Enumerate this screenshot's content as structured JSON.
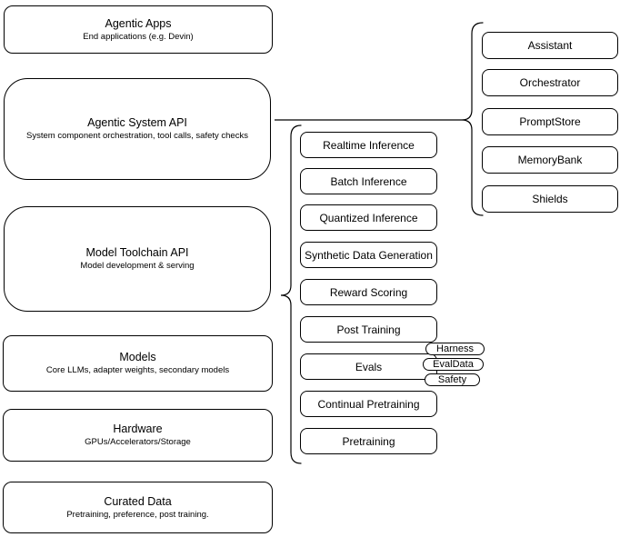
{
  "canvas": {
    "background_color": "#ffffff",
    "stroke_color": "#000000"
  },
  "layers": [
    {
      "title": "Agentic Apps",
      "subtitle": "End applications (e.g. Devin)"
    },
    {
      "title": "Agentic System API",
      "subtitle": "System component orchestration, tool calls, safety checks"
    },
    {
      "title": "Model Toolchain API",
      "subtitle": "Model development & serving"
    },
    {
      "title": "Models",
      "subtitle": "Core LLMs, adapter weights, secondary models"
    },
    {
      "title": "Hardware",
      "subtitle": "GPUs/Accelerators/Storage"
    },
    {
      "title": "Curated Data",
      "subtitle": "Pretraining, preference, post training."
    }
  ],
  "toolchain": {
    "items": [
      "Realtime Inference",
      "Batch Inference",
      "Quantized Inference",
      "Synthetic Data Generation",
      "Reward Scoring",
      "Post Training",
      "Evals",
      "Continual Pretraining",
      "Pretraining"
    ]
  },
  "system_components": {
    "items": [
      "Assistant",
      "Orchestrator",
      "PromptStore",
      "MemoryBank",
      "Shields"
    ]
  },
  "eval_tags": {
    "items": [
      "Harness",
      "EvalData",
      "Safety"
    ]
  }
}
